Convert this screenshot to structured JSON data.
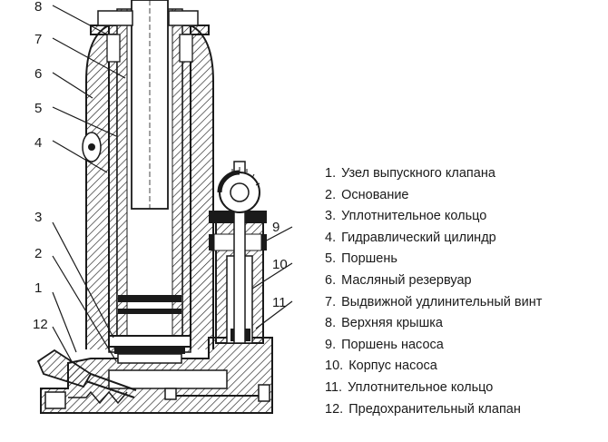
{
  "callouts": [
    "8",
    "7",
    "6",
    "5",
    "4",
    "3",
    "2",
    "1",
    "12",
    "9",
    "10",
    "11"
  ],
  "legend": [
    {
      "num": "1.",
      "label": "Узел выпускного клапана"
    },
    {
      "num": "2.",
      "label": "Основание"
    },
    {
      "num": "3.",
      "label": "Уплотнительное кольцо"
    },
    {
      "num": "4.",
      "label": "Гидравлический цилиндр"
    },
    {
      "num": "5.",
      "label": "Поршень"
    },
    {
      "num": "6.",
      "label": "Масляный резервуар"
    },
    {
      "num": "7.",
      "label": "Выдвижной удлинительный винт"
    },
    {
      "num": "8.",
      "label": "Верхняя крышка"
    },
    {
      "num": "9.",
      "label": "Поршень насоса"
    },
    {
      "num": "10.",
      "label": "Корпус насоса"
    },
    {
      "num": "11.",
      "label": "Уплотнительное кольцо"
    },
    {
      "num": "12.",
      "label": "Предохранительный клапан"
    }
  ],
  "colors": {
    "ink": "#1a1a1a",
    "paper": "#ffffff"
  }
}
